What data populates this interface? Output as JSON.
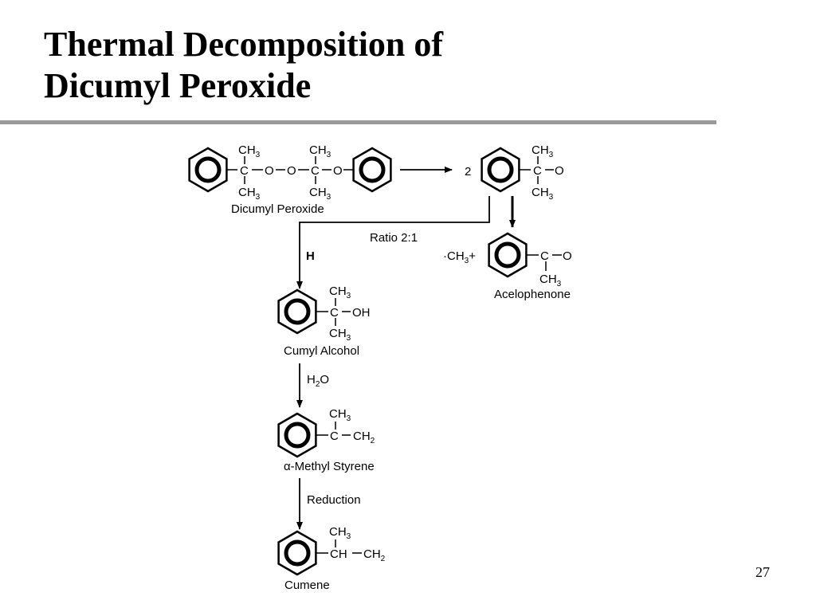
{
  "slide": {
    "title_line1": "Thermal Decomposition of",
    "title_line2": "Dicumyl Peroxide",
    "page_number": "27"
  },
  "diagram": {
    "peroxide": {
      "ch3": "CH",
      "sub3": "3",
      "carbon": "C",
      "oxygen": "O",
      "caption": "Dicumyl Peroxide"
    },
    "coefficient": "2",
    "radical": {
      "ch3": "CH",
      "sub3": "3",
      "carbon": "C",
      "oxygen": "O"
    },
    "ratio_label": "Ratio 2:1",
    "h_label": "H",
    "methyl_prefix": "·CH",
    "methyl_sub": "3",
    "methyl_plus": "+",
    "acetophenone": {
      "carbon": "C",
      "oxygen": "O",
      "ch3": "CH",
      "sub3": "3",
      "caption": "Acelophenone"
    },
    "cumyl_alcohol": {
      "ch3": "CH",
      "sub3": "3",
      "carbon": "C",
      "oh": "OH",
      "caption": "Cumyl Alcohol"
    },
    "water": {
      "h": "H",
      "sub2": "2",
      "o": "O"
    },
    "methyl_styrene": {
      "ch3": "CH",
      "sub3": "3",
      "carbon": "C",
      "ch2": "CH",
      "sub2": "2",
      "caption_alpha": "α",
      "caption": "-Methyl Styrene"
    },
    "reduction_label": "Reduction",
    "cumene": {
      "ch3": "CH",
      "sub3": "3",
      "ch": "CH",
      "ch2": "CH",
      "sub2": "2",
      "caption": "Cumene"
    }
  }
}
